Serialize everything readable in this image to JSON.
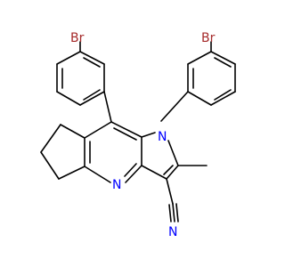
{
  "molecule": {
    "atoms": {
      "br_top": {
        "label": "Br",
        "color": "#a52a2a"
      },
      "br_right": {
        "label": "Br",
        "color": "#a52a2a"
      },
      "n_pyrrole": {
        "label": "N",
        "color": "#0000ff"
      },
      "n_pyridine": {
        "label": "N",
        "color": "#0000ff"
      },
      "n_nitrile": {
        "label": "N",
        "color": "#0000ff"
      }
    },
    "bond_color": "#000000",
    "background": "#ffffff"
  }
}
